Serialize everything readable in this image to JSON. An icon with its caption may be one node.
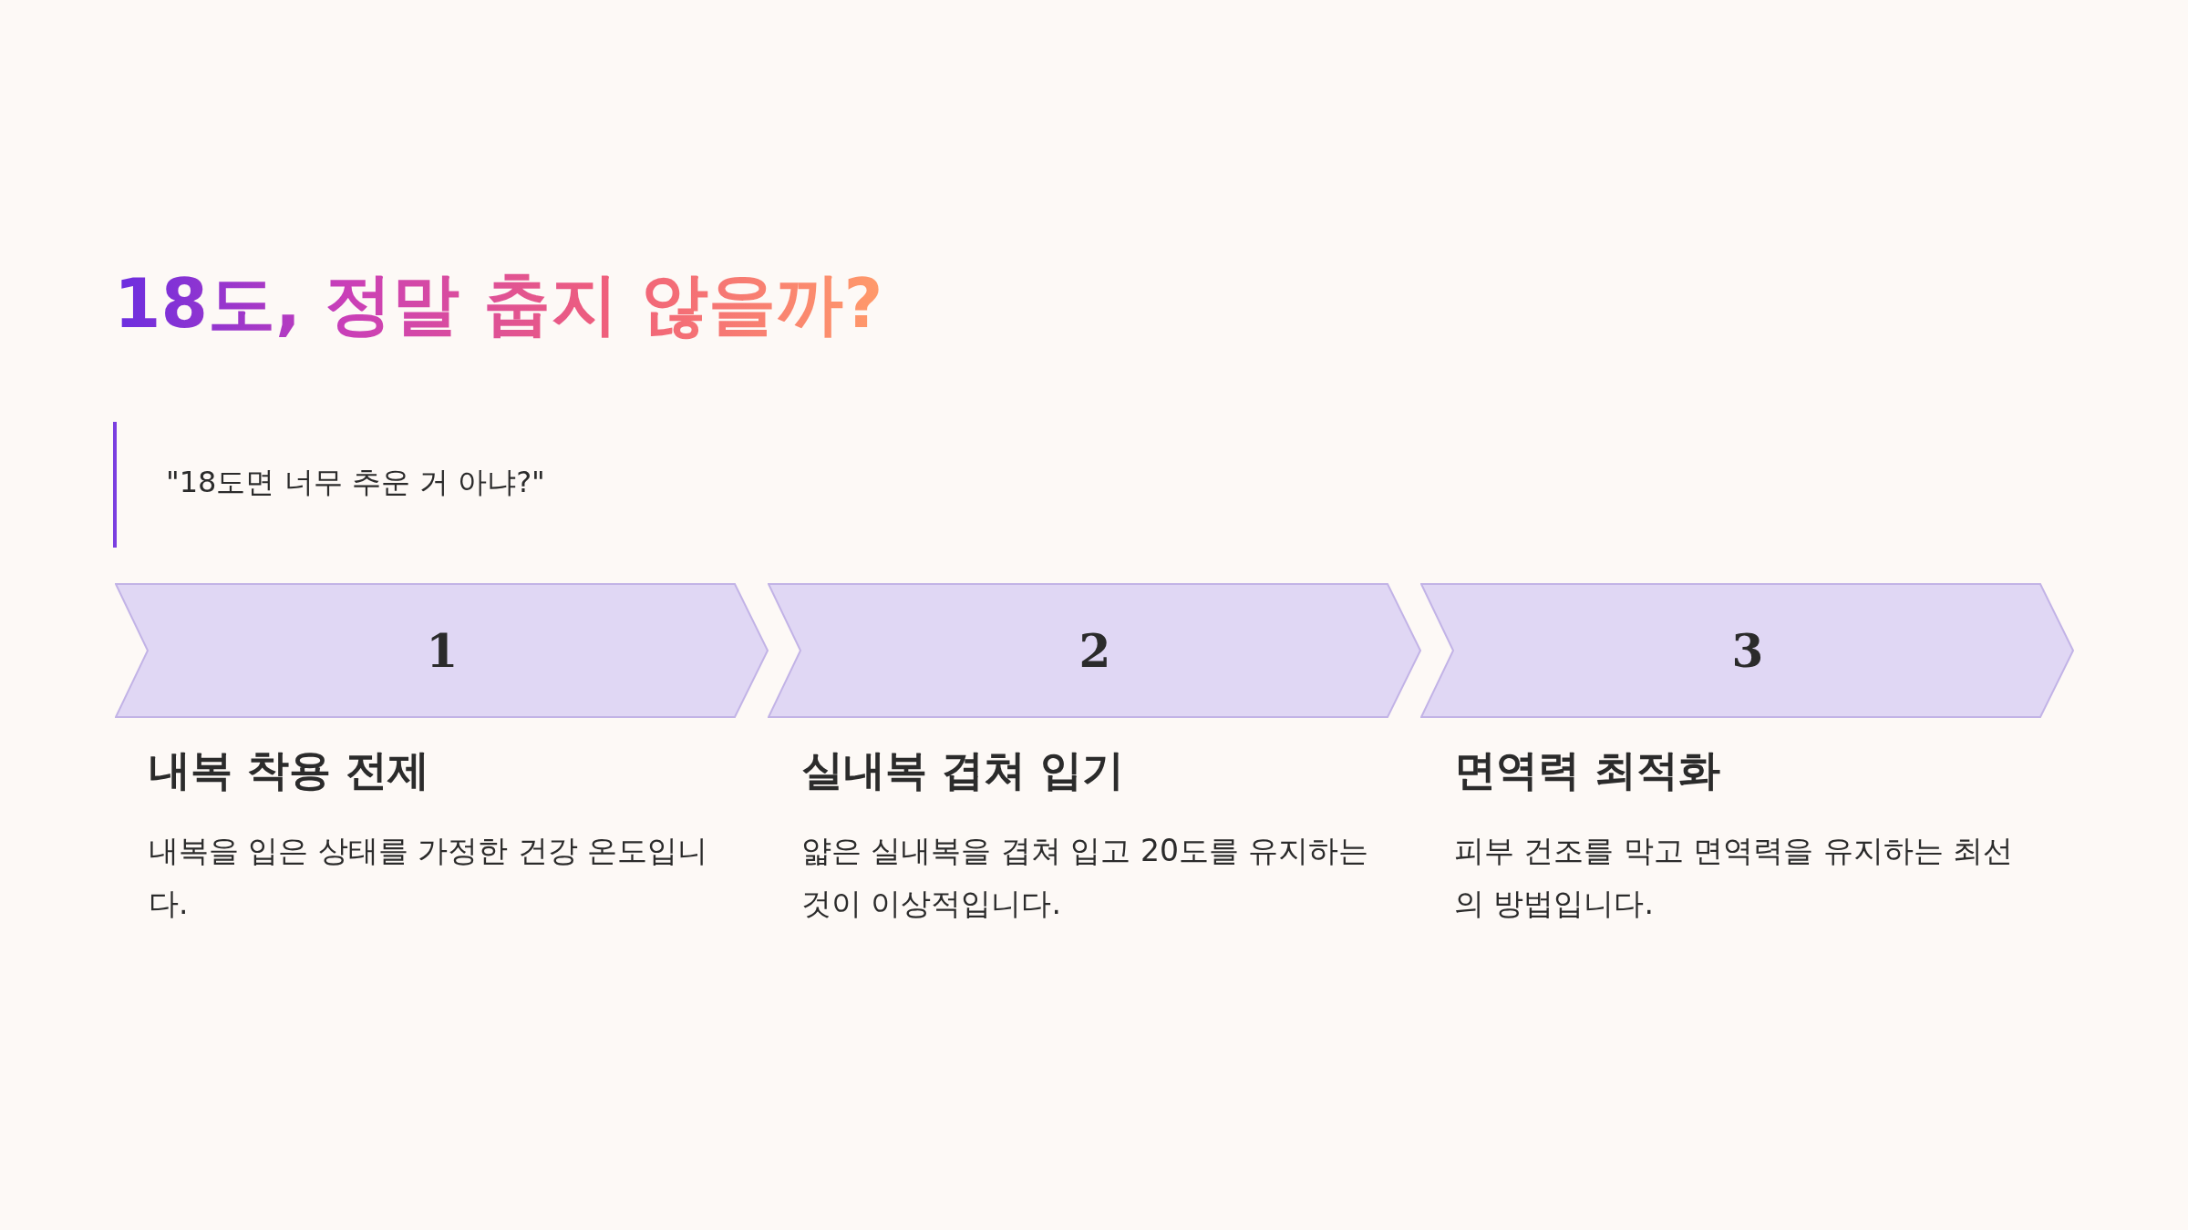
{
  "diagram": {
    "title": "18도, 정말 춥지 않을까?",
    "nodes": [
      {
        "text": [
          "1",
          "내복 착용 전제",
          "내복을 입은 상태를 가정한 건강 온도입니다."
        ]
      },
      {
        "text": [
          "2",
          "실내복 겹쳐 입기",
          "얇은 실내복을 겹쳐 입고 20도를 유지하는 것이 이상적입니다."
        ]
      },
      {
        "text": [
          "3",
          "면역력 최적화",
          "피부 건조를 막고 면역력을 유지하는 최선의 방법입니다."
        ]
      }
    ],
    "labels": [
      "\"18도면 너무 추운 거 아냐?\""
    ]
  }
}
